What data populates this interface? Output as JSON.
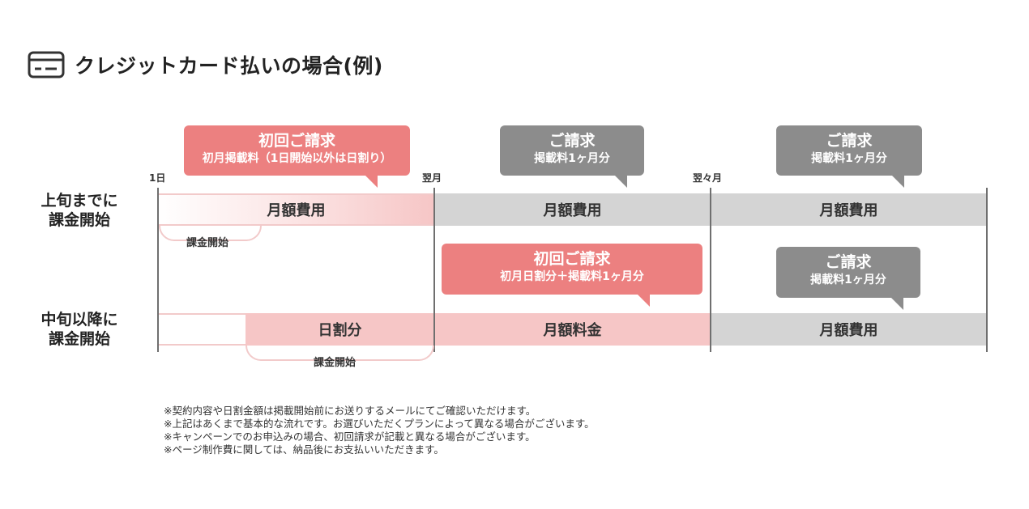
{
  "title": "クレジットカード払いの場合(例)",
  "icon": "credit-card-icon",
  "colors": {
    "pink": "#ec8080",
    "gray_bubble": "#8c8c8c",
    "pink_band": "#f6c6c6",
    "gray_band": "#d4d4d4"
  },
  "ticks": {
    "day1": "1日",
    "next_month": "翌月",
    "month_after_next": "翌々月"
  },
  "row1": {
    "label_line1": "上旬までに",
    "label_line2": "課金開始",
    "segments": [
      "月額費用",
      "月額費用",
      "月額費用"
    ],
    "bubbles": [
      {
        "title": "初回ご請求",
        "sub": "初月掲載料（1日開始以外は日割り）"
      },
      {
        "title": "ご請求",
        "sub": "掲載料1ヶ月分"
      },
      {
        "title": "ご請求",
        "sub": "掲載料1ヶ月分"
      }
    ],
    "start_label": "課金開始"
  },
  "row2": {
    "label_line1": "中旬以降に",
    "label_line2": "課金開始",
    "segments": [
      "日割分",
      "月額料金",
      "月額費用"
    ],
    "bubbles": [
      {
        "title": "初回ご請求",
        "sub": "初月日割分＋掲載料1ヶ月分"
      },
      {
        "title": "ご請求",
        "sub": "掲載料1ヶ月分"
      }
    ],
    "start_label": "課金開始"
  },
  "notes": [
    "※契約内容や日割金額は掲載開始前にお送りするメールにてご確認いただけます。",
    "※上記はあくまで基本的な流れです。お選びいただくプランによって異なる場合がございます。",
    "※キャンペーンでのお申込みの場合、初回請求が記載と異なる場合がございます。",
    "※ページ制作費に関しては、納品後にお支払いいただきます。"
  ]
}
